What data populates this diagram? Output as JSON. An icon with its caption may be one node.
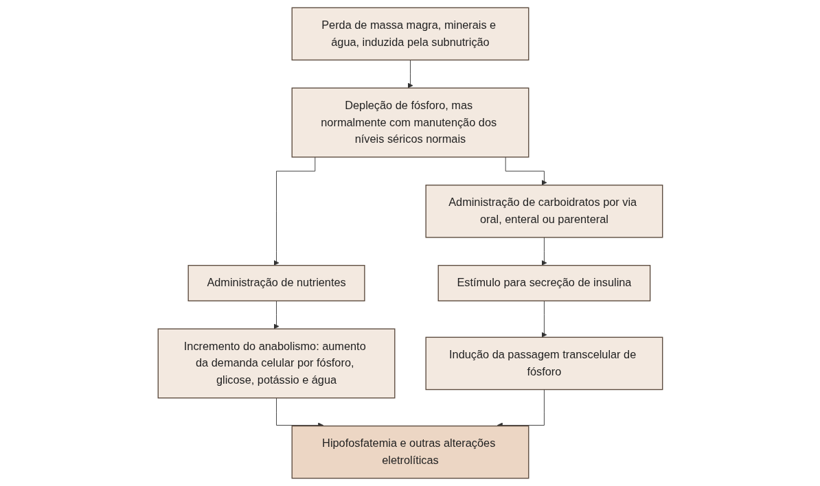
{
  "diagram": {
    "nodes": [
      {
        "text": [
          "Perda de massa magra, minerais e água, induzida pela subnutrição"
        ]
      },
      {
        "text": [
          "Depleção de fósforo, mas normalmente com manutenção dos níveis séricos normais"
        ]
      },
      {
        "text": [
          "Administração de nutrientes"
        ]
      },
      {
        "text": [
          "Administração de carboidratos por via oral, enteral ou parenteral"
        ]
      },
      {
        "text": [
          "Incremento do anabolismo: aumento da demanda celular por fósforo, glicose, potássio e água"
        ]
      },
      {
        "text": [
          "Estímulo para secreção de insulina"
        ]
      },
      {
        "text": [
          "Indução da passagem transcelular de fósforo"
        ]
      },
      {
        "text": [
          "Hipofosfatemia e outras alterações eletrolíticas"
        ]
      }
    ],
    "edges": [
      {
        "from": 0,
        "to": 1,
        "arrow": "to"
      },
      {
        "from": 1,
        "to": 2,
        "arrow": "to"
      },
      {
        "from": 1,
        "to": 3,
        "arrow": "to"
      },
      {
        "from": 2,
        "to": 4,
        "arrow": "to"
      },
      {
        "from": 3,
        "to": 5,
        "arrow": "to"
      },
      {
        "from": 5,
        "to": 6,
        "arrow": "to"
      },
      {
        "from": 4,
        "to": 7,
        "arrow": "to"
      },
      {
        "from": 6,
        "to": 7,
        "arrow": "to"
      }
    ]
  }
}
